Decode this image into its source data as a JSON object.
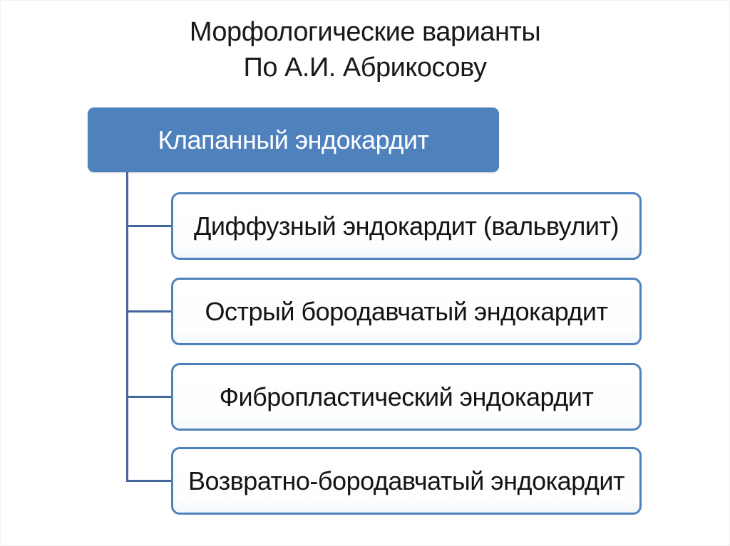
{
  "slide": {
    "title_line1": "Морфологические варианты",
    "title_line2": "По А.И. Абрикосову",
    "root": {
      "label": "Клапанный эндокардит"
    },
    "children": [
      {
        "label": "Диффузный эндокардит (вальвулит)"
      },
      {
        "label": "Острый бородавчатый эндокардит"
      },
      {
        "label": "Фибропластический эндокардит"
      },
      {
        "label": "Возвратно-бородавчатый эндокардит"
      }
    ],
    "colors": {
      "background": "#ffffff",
      "title_text": "#1a1a1a",
      "root_fill": "#4f81bd",
      "root_text": "#ffffff",
      "child_border": "#4f81bd",
      "child_text": "#141414",
      "connector": "#44679b"
    }
  }
}
